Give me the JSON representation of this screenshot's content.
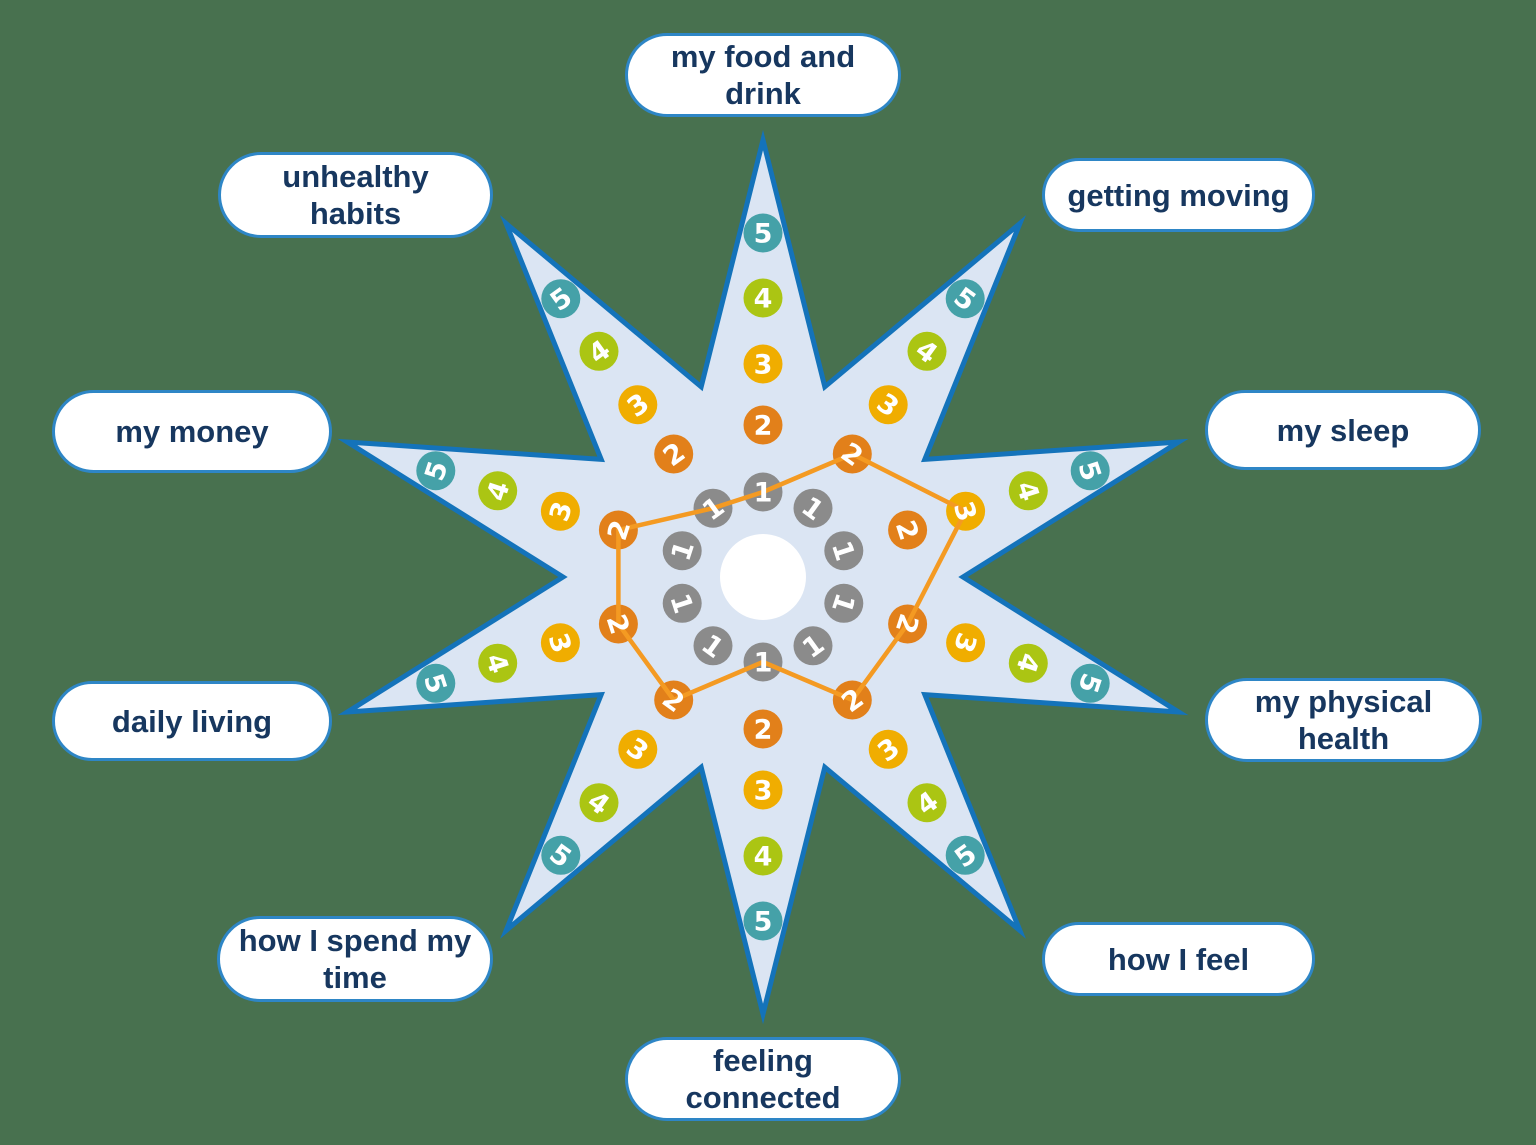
{
  "chart_data": {
    "type": "radar",
    "shape": "10-pointed star",
    "title": "",
    "categories": [
      "my food and drink",
      "getting moving",
      "my sleep",
      "my physical health",
      "how I feel",
      "feeling connected",
      "how I spend my time",
      "daily living",
      "my money",
      "unhealthy habits"
    ],
    "values": [
      1,
      2,
      3,
      2,
      2,
      1,
      2,
      2,
      2,
      1
    ],
    "scale": {
      "min": 1,
      "max": 5,
      "ticks": [
        1,
        2,
        3,
        4,
        5
      ]
    },
    "tick_colors": {
      "1": "#8b8b8b",
      "2": "#e2801a",
      "3": "#f0ad00",
      "4": "#abc513",
      "5": "#45a1a8"
    },
    "profile_color": "#f49a22",
    "legend": "none",
    "grid": "none"
  },
  "colors": {
    "background": "#48714f",
    "star_fill": "#dbe5f3",
    "star_border": "#1473ba",
    "label_fill": "#ffffff",
    "label_border": "#2e86c6",
    "label_text": "#17375f",
    "center_fill": "#ffffff",
    "number_text": "#ffffff"
  }
}
